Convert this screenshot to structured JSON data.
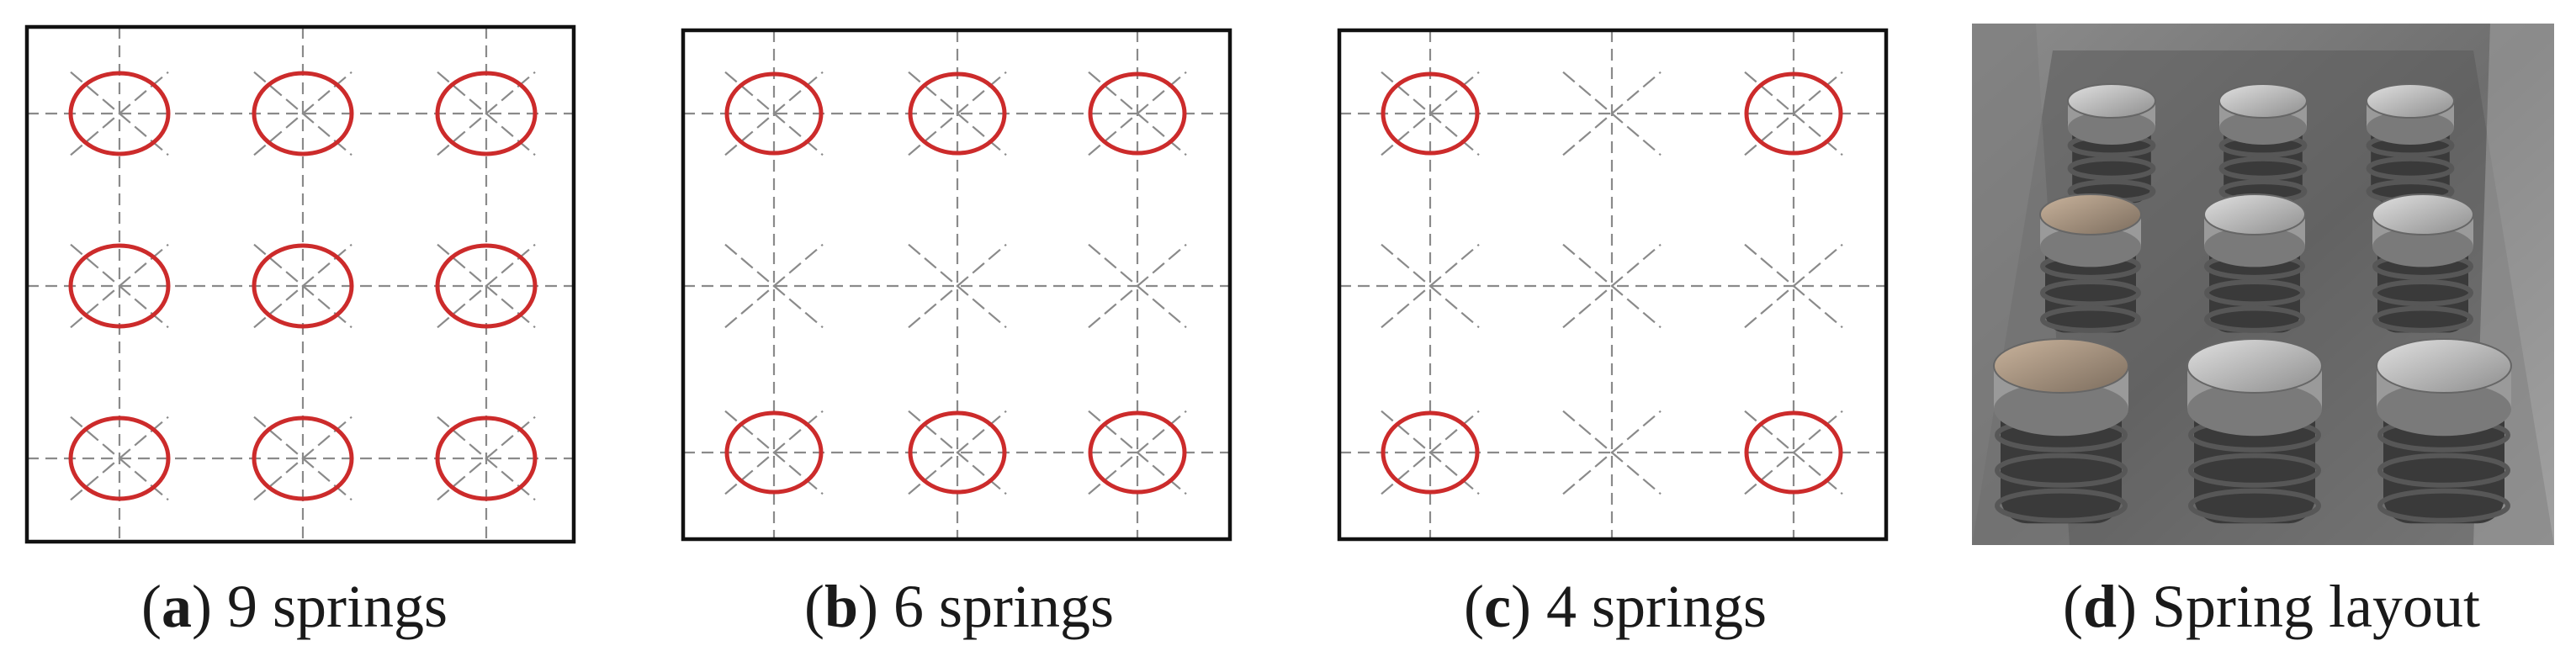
{
  "colors": {
    "frame": "#111111",
    "grid": "#8a8a8a",
    "spring_ring": "#cc2b2b",
    "photo_background": "#6f6f6f",
    "spring_metal": "#3a3a3a",
    "cap": "#b9b9b9"
  },
  "panels": [
    {
      "letter": "a",
      "label": "9 springs",
      "grid_rows": 3,
      "grid_cols": 3,
      "springs": [
        [
          0,
          0
        ],
        [
          0,
          1
        ],
        [
          0,
          2
        ],
        [
          1,
          0
        ],
        [
          1,
          1
        ],
        [
          1,
          2
        ],
        [
          2,
          0
        ],
        [
          2,
          1
        ],
        [
          2,
          2
        ]
      ]
    },
    {
      "letter": "b",
      "label": "6 springs",
      "grid_rows": 3,
      "grid_cols": 3,
      "springs": [
        [
          0,
          0
        ],
        [
          0,
          1
        ],
        [
          0,
          2
        ],
        [
          2,
          0
        ],
        [
          2,
          1
        ],
        [
          2,
          2
        ]
      ]
    },
    {
      "letter": "c",
      "label": "4 springs",
      "grid_rows": 3,
      "grid_cols": 3,
      "springs": [
        [
          0,
          0
        ],
        [
          0,
          2
        ],
        [
          2,
          0
        ],
        [
          2,
          2
        ]
      ]
    },
    {
      "letter": "d",
      "label": "Spring layout",
      "photo": true
    }
  ]
}
